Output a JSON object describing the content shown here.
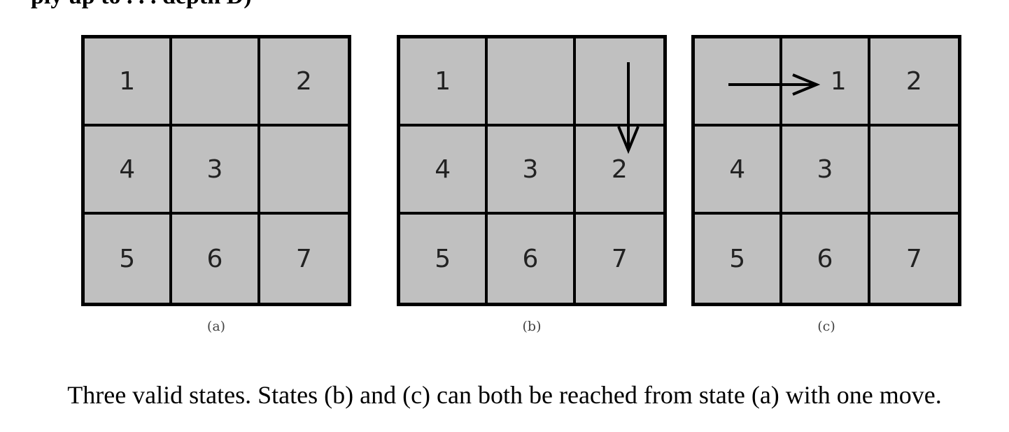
{
  "top_text": "ply up to . . . depth D)",
  "panels": [
    {
      "label": "(a)",
      "cells": [
        "1",
        "",
        "2",
        "4",
        "3",
        "",
        "5",
        "6",
        "7"
      ],
      "arrow": "none"
    },
    {
      "label": "(b)",
      "cells": [
        "1",
        "",
        "",
        "4",
        "3",
        "2",
        "5",
        "6",
        "7"
      ],
      "arrow": "down"
    },
    {
      "label": "(c)",
      "cells": [
        "",
        "1",
        "2",
        "4",
        "3",
        "",
        "5",
        "6",
        "7"
      ],
      "arrow": "right"
    }
  ],
  "caption": "Three valid states. States (b) and (c) can both be reached from state (a) with one move."
}
